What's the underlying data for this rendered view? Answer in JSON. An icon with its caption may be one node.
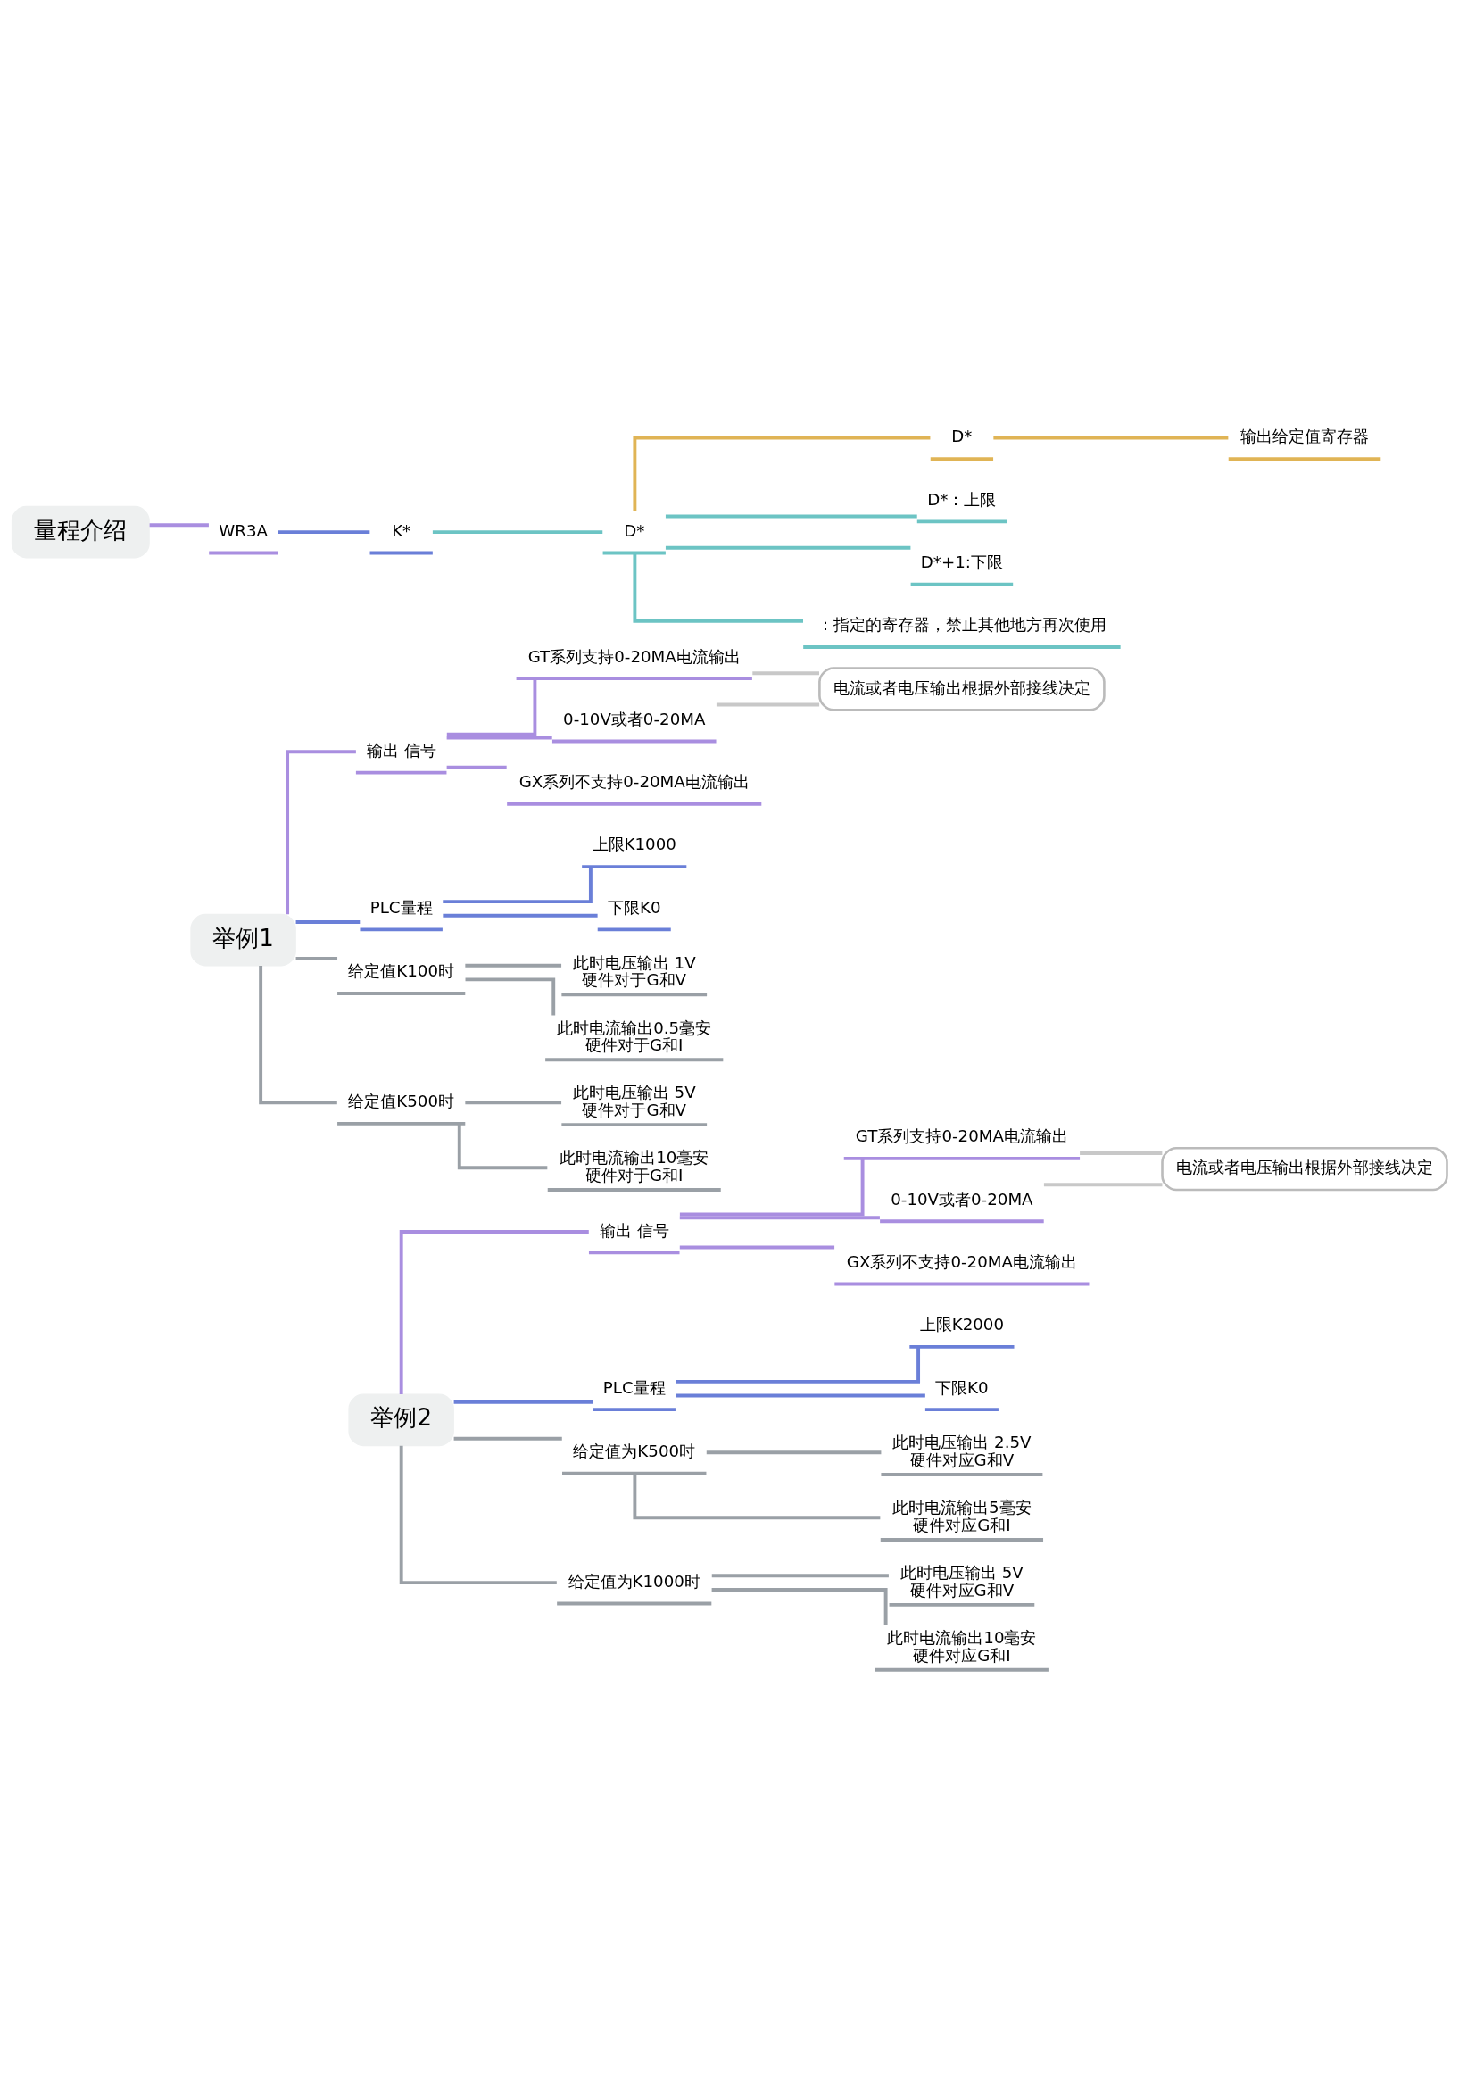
{
  "diagram": {
    "nodes": [
      {
        "text": [
          "量程介绍"
        ]
      },
      {
        "text": [
          "WR3A"
        ]
      },
      {
        "text": [
          "K*"
        ]
      },
      {
        "text": [
          "D*"
        ]
      },
      {
        "text": [
          "D*"
        ]
      },
      {
        "text": [
          "输出给定值寄存器"
        ]
      },
      {
        "text": [
          "D*：上限"
        ]
      },
      {
        "text": [
          "D*+1:下限"
        ]
      },
      {
        "text": [
          "：指定的寄存器，禁止其他地方再次使用"
        ]
      },
      {
        "text": [
          "举例1"
        ]
      },
      {
        "text": [
          "输出 信号"
        ]
      },
      {
        "text": [
          "GT系列支持0-20MA电流输出"
        ]
      },
      {
        "text": [
          "0-10V或者0-20MA"
        ]
      },
      {
        "text": [
          "GX系列不支持0-20MA电流输出"
        ]
      },
      {
        "text": [
          "电流或者电压输出根据外部接线决定"
        ]
      },
      {
        "text": [
          "PLC量程"
        ]
      },
      {
        "text": [
          "上限K1000"
        ]
      },
      {
        "text": [
          "下限K0"
        ]
      },
      {
        "text": [
          "给定值K100时"
        ]
      },
      {
        "text": [
          "此时电压输出 1V",
          "硬件对于G和V"
        ]
      },
      {
        "text": [
          "此时电流输出0.5毫安",
          "硬件对于G和I"
        ]
      },
      {
        "text": [
          "给定值K500时"
        ]
      },
      {
        "text": [
          "此时电压输出 5V",
          "硬件对于G和V"
        ]
      },
      {
        "text": [
          "此时电流输出10毫安",
          "硬件对于G和I"
        ]
      },
      {
        "text": [
          "举例2"
        ]
      },
      {
        "text": [
          "输出 信号"
        ]
      },
      {
        "text": [
          "GT系列支持0-20MA电流输出"
        ]
      },
      {
        "text": [
          "0-10V或者0-20MA"
        ]
      },
      {
        "text": [
          "GX系列不支持0-20MA电流输出"
        ]
      },
      {
        "text": [
          "电流或者电压输出根据外部接线决定"
        ]
      },
      {
        "text": [
          "PLC量程"
        ]
      },
      {
        "text": [
          "上限K2000"
        ]
      },
      {
        "text": [
          "下限K0"
        ]
      },
      {
        "text": [
          "给定值为K500时"
        ]
      },
      {
        "text": [
          "此时电压输出 2.5V",
          "硬件对应G和V"
        ]
      },
      {
        "text": [
          "此时电流输出5毫安",
          "硬件对应G和I"
        ]
      },
      {
        "text": [
          "给定值为K1000时"
        ]
      },
      {
        "text": [
          "此时电压输出 5V",
          "硬件对应G和V"
        ]
      },
      {
        "text": [
          "此时电流输出10毫安",
          "硬件对应G和I"
        ]
      }
    ],
    "edges": [
      {
        "from": 0,
        "to": 1,
        "arrow": "none",
        "color": "#a98ee0"
      },
      {
        "from": 1,
        "to": 2,
        "arrow": "none",
        "color": "#6a7fd8"
      },
      {
        "from": 2,
        "to": 3,
        "arrow": "none",
        "color": "#6cc4c4"
      },
      {
        "from": 3,
        "to": 4,
        "arrow": "none",
        "color": "#e0b455"
      },
      {
        "from": 4,
        "to": 5,
        "arrow": "none",
        "color": "#e0b455"
      },
      {
        "from": 3,
        "to": 6,
        "arrow": "none",
        "color": "#6cc4c4"
      },
      {
        "from": 3,
        "to": 7,
        "arrow": "none",
        "color": "#6cc4c4"
      },
      {
        "from": 3,
        "to": 8,
        "arrow": "none",
        "color": "#6cc4c4"
      },
      {
        "from": 9,
        "to": 10,
        "arrow": "none",
        "color": "#a98ee0"
      },
      {
        "from": 10,
        "to": 11,
        "arrow": "none",
        "color": "#a98ee0"
      },
      {
        "from": 10,
        "to": 12,
        "arrow": "none",
        "color": "#a98ee0"
      },
      {
        "from": 10,
        "to": 13,
        "arrow": "none",
        "color": "#a98ee0"
      },
      {
        "from": 11,
        "to": 14,
        "arrow": "none",
        "color": "#c8c8c8"
      },
      {
        "from": 12,
        "to": 14,
        "arrow": "none",
        "color": "#c8c8c8"
      },
      {
        "from": 9,
        "to": 15,
        "arrow": "none",
        "color": "#6a7fd8"
      },
      {
        "from": 15,
        "to": 16,
        "arrow": "none",
        "color": "#6a7fd8"
      },
      {
        "from": 15,
        "to": 17,
        "arrow": "none",
        "color": "#6a7fd8"
      },
      {
        "from": 9,
        "to": 18,
        "arrow": "none"
      },
      {
        "from": 18,
        "to": 19,
        "arrow": "none"
      },
      {
        "from": 18,
        "to": 20,
        "arrow": "none"
      },
      {
        "from": 9,
        "to": 21,
        "arrow": "none"
      },
      {
        "from": 21,
        "to": 22,
        "arrow": "none"
      },
      {
        "from": 21,
        "to": 23,
        "arrow": "none"
      },
      {
        "from": 24,
        "to": 25,
        "arrow": "none",
        "color": "#a98ee0"
      },
      {
        "from": 25,
        "to": 26,
        "arrow": "none",
        "color": "#a98ee0"
      },
      {
        "from": 25,
        "to": 27,
        "arrow": "none",
        "color": "#a98ee0"
      },
      {
        "from": 25,
        "to": 28,
        "arrow": "none",
        "color": "#a98ee0"
      },
      {
        "from": 26,
        "to": 29,
        "arrow": "none",
        "color": "#c8c8c8"
      },
      {
        "from": 27,
        "to": 29,
        "arrow": "none",
        "color": "#c8c8c8"
      },
      {
        "from": 24,
        "to": 30,
        "arrow": "none",
        "color": "#6a7fd8"
      },
      {
        "from": 30,
        "to": 31,
        "arrow": "none",
        "color": "#6a7fd8"
      },
      {
        "from": 30,
        "to": 32,
        "arrow": "none",
        "color": "#6a7fd8"
      },
      {
        "from": 24,
        "to": 33,
        "arrow": "none"
      },
      {
        "from": 33,
        "to": 34,
        "arrow": "none"
      },
      {
        "from": 33,
        "to": 35,
        "arrow": "none"
      },
      {
        "from": 24,
        "to": 36,
        "arrow": "none"
      },
      {
        "from": 36,
        "to": 37,
        "arrow": "none"
      },
      {
        "from": 36,
        "to": 38,
        "arrow": "none"
      }
    ]
  }
}
